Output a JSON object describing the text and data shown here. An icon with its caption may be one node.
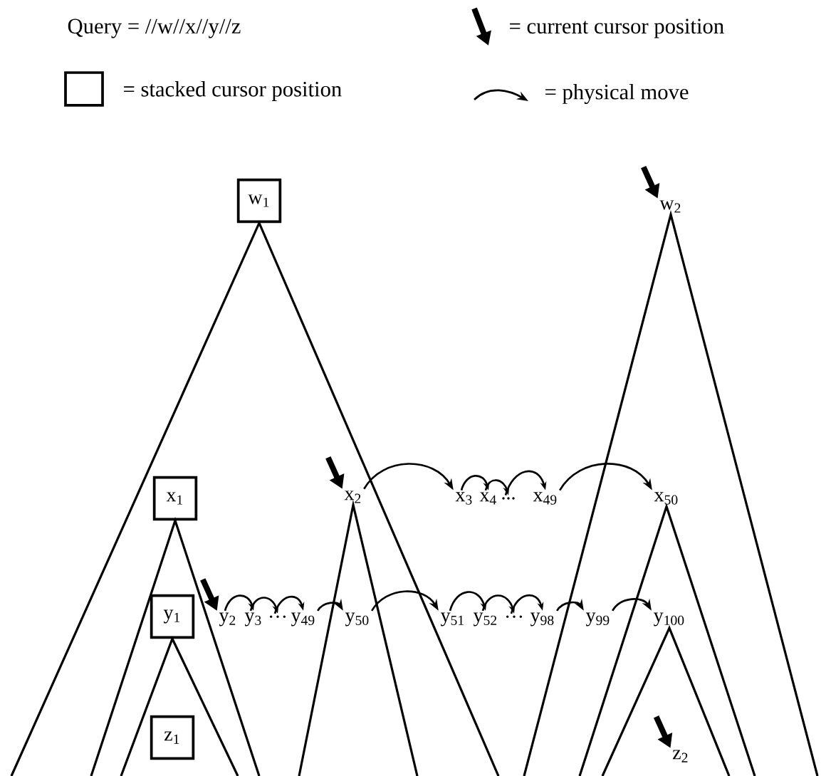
{
  "diagram": {
    "nodes": [
      {
        "text": [
          "w$_{1}$"
        ]
      },
      {
        "text": [
          "w$_{2}$"
        ]
      },
      {
        "text": [
          "x$_{1}$"
        ]
      },
      {
        "text": [
          "x$_{2}$"
        ]
      },
      {
        "text": [
          "x$_{3}$"
        ]
      },
      {
        "text": [
          "x$_{4}$"
        ]
      },
      {
        "text": [
          "..."
        ]
      },
      {
        "text": [
          "x$_{49}$"
        ]
      },
      {
        "text": [
          "x$_{50}$"
        ]
      },
      {
        "text": [
          "y$_{1}$"
        ]
      },
      {
        "text": [
          "y$_{2}$"
        ]
      },
      {
        "text": [
          "y$_{3}$"
        ]
      },
      {
        "text": [
          "···"
        ]
      },
      {
        "text": [
          "y$_{49}$"
        ]
      },
      {
        "text": [
          "y$_{50}$"
        ]
      },
      {
        "text": [
          "y$_{51}$"
        ]
      },
      {
        "text": [
          "y$_{52}$"
        ]
      },
      {
        "text": [
          "···"
        ]
      },
      {
        "text": [
          "y$_{98}$"
        ]
      },
      {
        "text": [
          "y$_{99}$"
        ]
      },
      {
        "text": [
          "y$_{100}$"
        ]
      },
      {
        "text": [
          "z$_{1}$"
        ]
      },
      {
        "text": [
          "z$_{2}$"
        ]
      }
    ],
    "edges": [
      {
        "from": null,
        "to": 1,
        "arrow": "to",
        "style": "thick"
      },
      {
        "from": null,
        "to": 3,
        "arrow": "to",
        "style": "thick"
      },
      {
        "from": null,
        "to": 10,
        "arrow": "to",
        "style": "thick"
      },
      {
        "from": null,
        "to": 22,
        "arrow": "to",
        "style": "thick"
      },
      {
        "from": 3,
        "to": 4,
        "arrow": "to"
      },
      {
        "from": 4,
        "to": 5,
        "arrow": "to"
      },
      {
        "from": 5,
        "to": 6,
        "arrow": "to"
      },
      {
        "from": 6,
        "to": 7,
        "arrow": "to"
      },
      {
        "from": 7,
        "to": 8,
        "arrow": "to"
      },
      {
        "from": 10,
        "to": 11,
        "arrow": "to"
      },
      {
        "from": 11,
        "to": 12,
        "arrow": "to"
      },
      {
        "from": 12,
        "to": 13,
        "arrow": "to"
      },
      {
        "from": 13,
        "to": 14,
        "arrow": "to"
      },
      {
        "from": 14,
        "to": 15,
        "arrow": "to"
      },
      {
        "from": 15,
        "to": 16,
        "arrow": "to"
      },
      {
        "from": 16,
        "to": 17,
        "arrow": "to"
      },
      {
        "from": 17,
        "to": 18,
        "arrow": "to"
      },
      {
        "from": 18,
        "to": 19,
        "arrow": "to"
      },
      {
        "from": 19,
        "to": 20,
        "arrow": "to"
      }
    ],
    "labels": [
      "Query = //w//x//y//z"
    ],
    "legend": [
      {
        "text": "= current cursor position"
      },
      {
        "text": "= stacked cursor position"
      },
      {
        "text": "= physical move"
      }
    ]
  }
}
